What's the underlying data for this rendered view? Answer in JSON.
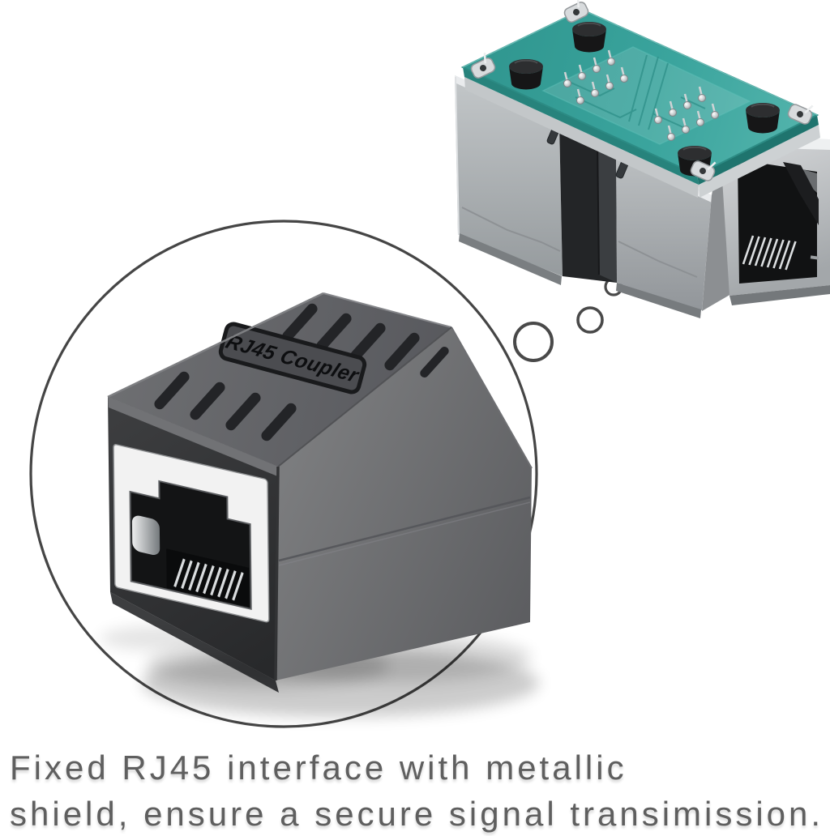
{
  "product": {
    "embossed_label": "RJ45 Coupler"
  },
  "caption": {
    "line1": "Fixed RJ45 interface with metallic",
    "line2": "shield, ensure a secure signal transimission."
  },
  "colors": {
    "background": "#ffffff",
    "pcb_teal": "#3aa49d",
    "coupler_body_gray": "#58595b",
    "shield_silver": "#b8bcbe",
    "magnifier_ring_gray": "#454545",
    "caption_gray": "#5f5f5f"
  }
}
